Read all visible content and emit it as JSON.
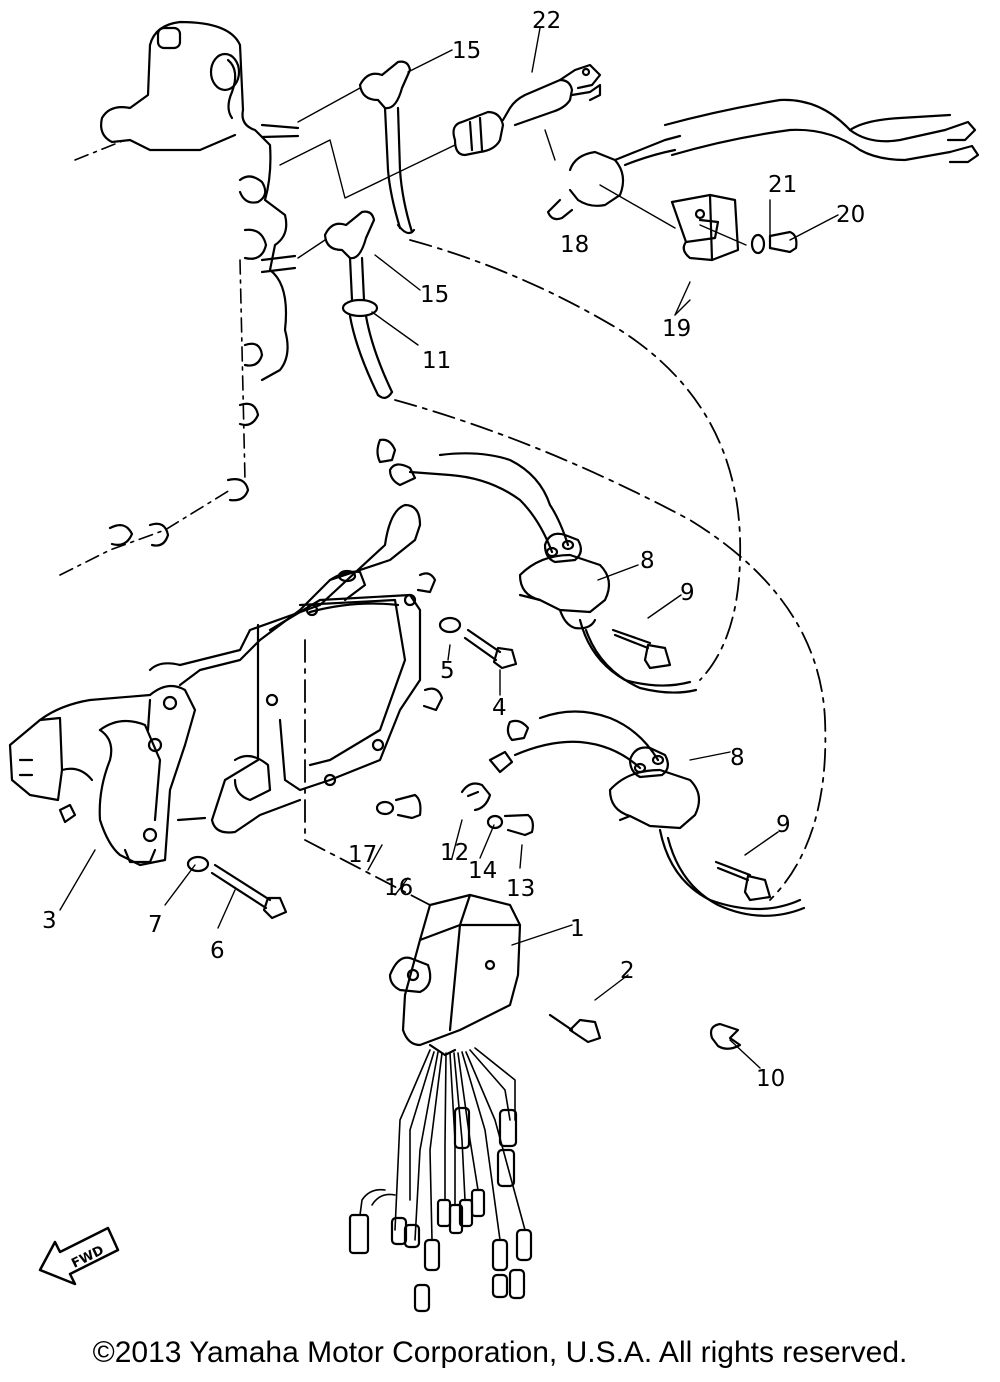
{
  "diagram": {
    "callouts": [
      "22",
      "15",
      "15",
      "11",
      "18",
      "19",
      "21",
      "20",
      "8",
      "9",
      "5",
      "4",
      "8",
      "9",
      "3",
      "7",
      "6",
      "17",
      "16",
      "12",
      "14",
      "13",
      "1",
      "2",
      "10"
    ],
    "fwd_label": "FWD"
  },
  "footer": {
    "copyright": "©2013 Yamaha Motor Corporation, U.S.A. All rights reserved."
  },
  "colors": {
    "ink": "#000000",
    "paper": "#ffffff"
  }
}
